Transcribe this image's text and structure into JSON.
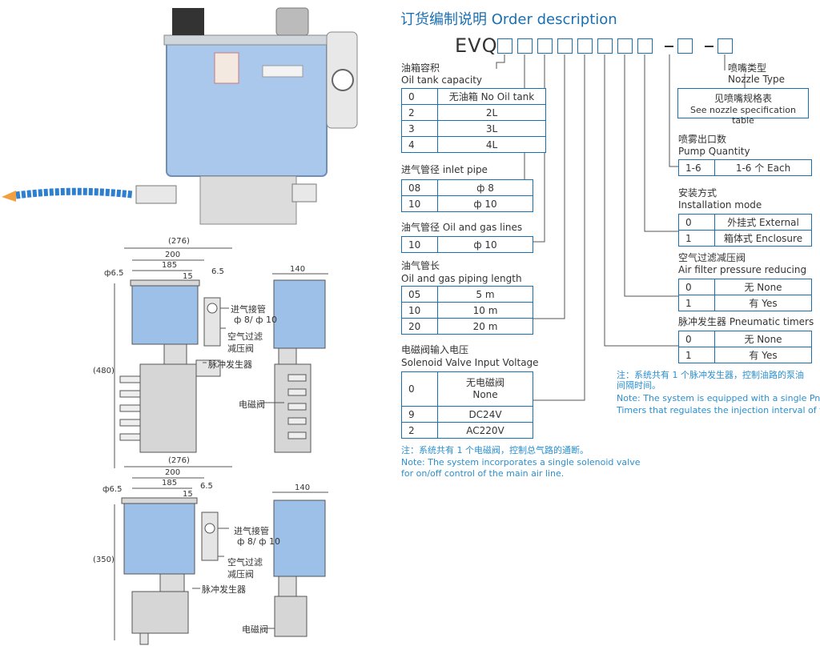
{
  "title": "订货编制说明 Order description",
  "code_prefix": "EVQ-",
  "sections": {
    "tank": {
      "cn": "油箱容积",
      "en": "Oil tank capacity",
      "rows": [
        [
          "0",
          "无油箱 No Oil tank"
        ],
        [
          "2",
          "2L"
        ],
        [
          "3",
          "3L"
        ],
        [
          "4",
          "4L"
        ]
      ]
    },
    "inlet": {
      "label": "进气管径 inlet pipe",
      "rows": [
        [
          "08",
          "ф 8"
        ],
        [
          "10",
          "ф 10"
        ]
      ]
    },
    "oilgas": {
      "label": "油气管径 Oil and gas lines",
      "rows": [
        [
          "10",
          "ф 10"
        ]
      ]
    },
    "length": {
      "cn": "油气管长",
      "en": "Oil and gas piping length",
      "rows": [
        [
          "05",
          "5 m"
        ],
        [
          "10",
          "10 m"
        ],
        [
          "20",
          "20 m"
        ]
      ]
    },
    "voltage": {
      "cn": "电磁阀输入电压",
      "en": "Solenoid Valve Input Voltage",
      "rows": [
        [
          "0",
          "无电磁阀\nNone"
        ],
        [
          "9",
          "DC24V"
        ],
        [
          "2",
          "AC220V"
        ]
      ]
    },
    "nozzle": {
      "cn": "喷嘴类型",
      "en": "Nozzle Type",
      "box_cn": "见喷嘴规格表",
      "box_en": "See nozzle specification table"
    },
    "pump": {
      "cn": "喷雾出口数",
      "en": "Pump Quantity",
      "rows": [
        [
          "1-6",
          "1-6 个 Each"
        ]
      ]
    },
    "install": {
      "cn": "安装方式",
      "en": "Installation mode",
      "rows": [
        [
          "0",
          "外挂式 External"
        ],
        [
          "1",
          "箱体式 Enclosure"
        ]
      ]
    },
    "filter": {
      "cn": "空气过滤减压阀",
      "en": "Air filter pressure reducing",
      "rows": [
        [
          "0",
          "无 None"
        ],
        [
          "1",
          "有 Yes"
        ]
      ]
    },
    "timer": {
      "label": "脉冲发生器 Pneumatic timers",
      "rows": [
        [
          "0",
          "无 None"
        ],
        [
          "1",
          "有 Yes"
        ]
      ]
    }
  },
  "notes": {
    "solenoid_cn": "注：系统共有 1 个电磁阀，控制总气路的通断。",
    "solenoid_en1": "Note: The system incorporates a single solenoid valve",
    "solenoid_en2": "for on/off control of the main air line.",
    "timer_cn1": "注：系统共有 1 个脉冲发生器，控制油路的泵油",
    "timer_cn2": "间隔时间。",
    "timer_en1": "Note: The system is equipped with a single Pneumatic",
    "timer_en2": "Timers that regulates the injection interval of the oil circuit."
  },
  "drawing": {
    "dim_276": "(276)",
    "dim_200": "200",
    "dim_185": "185",
    "dim_15": "15",
    "dim_65": "6.5",
    "dim_phi65": "ф6.5",
    "dim_140": "140",
    "dim_480": "(480)",
    "dim_350": "(350)",
    "ann_inlet1": "进气接管",
    "ann_inlet2": "ф 8/ ф 10",
    "ann_filter1": "空气过滤",
    "ann_filter2": "减压阀",
    "ann_timer": "脉冲发生器",
    "ann_solenoid": "电磁阀"
  },
  "colors": {
    "accent": "#1a6fb3",
    "note": "#2a8fd0",
    "tank": "#9cc0e8"
  }
}
